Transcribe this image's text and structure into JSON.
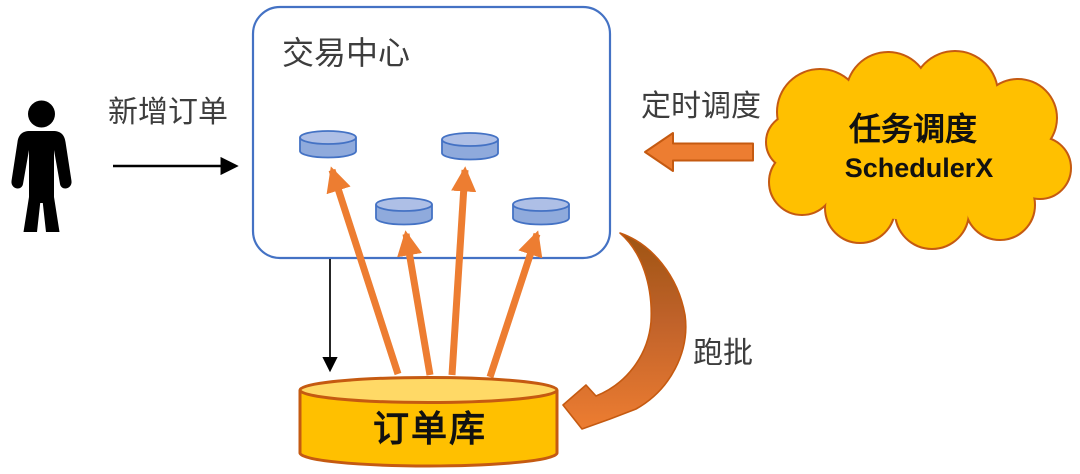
{
  "diagram": {
    "type": "architecture-flow",
    "actor": {
      "icon": "person-icon",
      "action_label": "新增订单"
    },
    "trade_center": {
      "title": "交易中心",
      "instances": [
        "app-instance-1",
        "app-instance-2",
        "app-instance-3",
        "app-instance-4"
      ],
      "instance_icon": "cylinder-disk"
    },
    "scheduler": {
      "shape": "cloud",
      "line1": "任务调度",
      "line2": "SchedulerX",
      "dispatch_label": "定时调度",
      "dispatch_arrow_direction": "left"
    },
    "order_db": {
      "label": "订单库",
      "shape": "cylinder-database"
    },
    "batch": {
      "label": "跑批",
      "arrow": "curved-arrow-to-order-db"
    },
    "flows": [
      {
        "from": "actor",
        "to": "trade-center",
        "label": "新增订单",
        "style": "black-arrow"
      },
      {
        "from": "scheduler-cloud",
        "to": "trade-center",
        "label": "定时调度",
        "style": "orange-block-arrow"
      },
      {
        "from": "trade-center",
        "to": "order-db",
        "label": "",
        "style": "thin-black-arrow"
      },
      {
        "from": "order-db",
        "to": "app-instances",
        "label": "",
        "style": "orange-fan-arrows",
        "count": 4
      },
      {
        "from": "trade-center-side",
        "to": "order-db",
        "label": "跑批",
        "style": "curved-orange-arrow"
      }
    ],
    "colors": {
      "blue_accent": "#4472C4",
      "blue_fill": "#8FAADC",
      "blue_fill_light": "#AEBFE6",
      "orange": "#ED7D31",
      "orange_dark": "#C55A11",
      "gold": "#FFC000",
      "gold_light": "#FFD966",
      "label_gray": "#3D3D3D",
      "text_black": "#111111",
      "actor_black": "#000000"
    }
  }
}
